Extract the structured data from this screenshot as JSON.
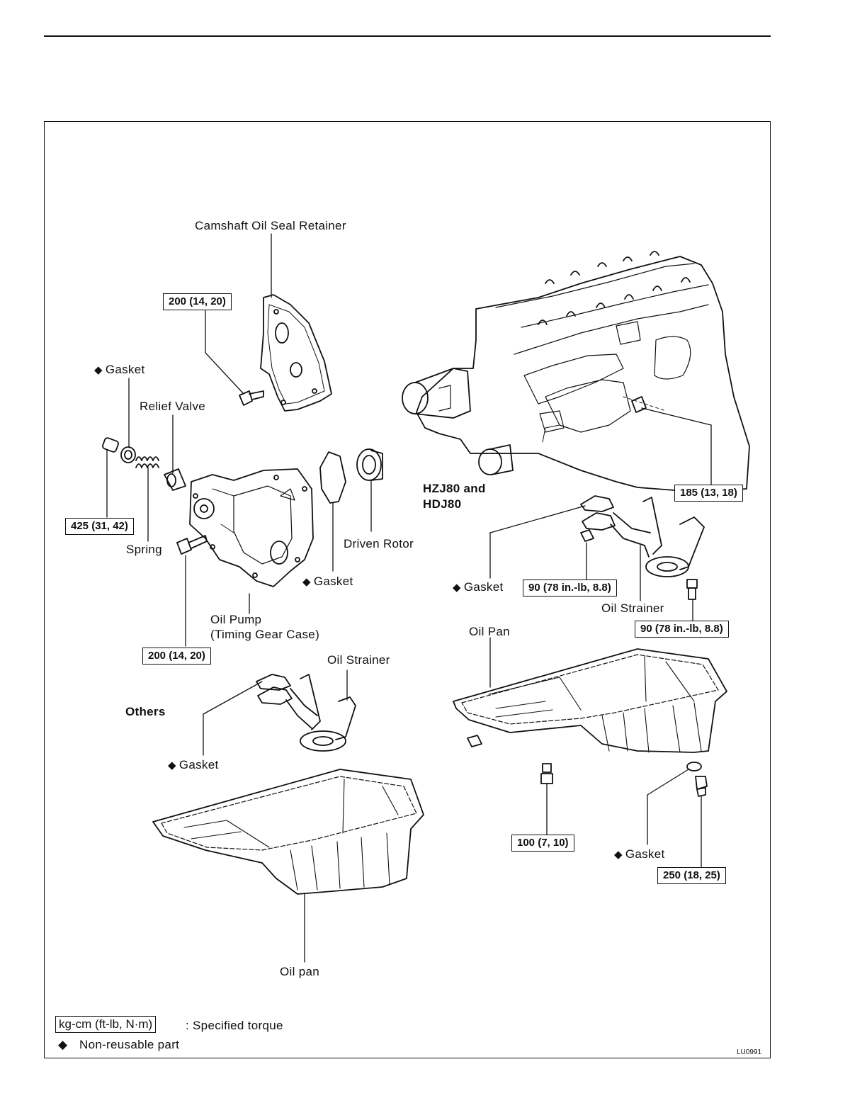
{
  "labels": {
    "camshaft_oil_seal_retainer": "Camshaft Oil Seal Retainer",
    "gasket_pump": "Gasket",
    "relief_valve": "Relief Valve",
    "spring": "Spring",
    "driven_rotor": "Driven Rotor",
    "gasket_rotor": "Gasket",
    "oil_pump_line1": "Oil Pump",
    "oil_pump_line2": "(Timing Gear Case)",
    "oil_strainer_others": "Oil Strainer",
    "others": "Others",
    "gasket_others": "Gasket",
    "oil_pan_others": "Oil pan",
    "hzj80_line1": "HZJ80 and",
    "hzj80_line2": "HDJ80",
    "gasket_hzj": "Gasket",
    "oil_strainer_hzj": "Oil Strainer",
    "oil_pan_hzj": "Oil Pan",
    "gasket_drain": "Gasket"
  },
  "torques": {
    "retainer_bolt": "200 (14, 20)",
    "relief_plug": "425 (31, 42)",
    "pump_bolt": "200 (14, 20)",
    "block_plug": "185 (13, 18)",
    "strainer_nut": "90 (78 in.-lb, 8.8)",
    "strainer_bolt": "90 (78 in.-lb, 8.8)",
    "pan_bolt": "100 (7, 10)",
    "drain_plug": "250 (18, 25)"
  },
  "legend": {
    "torque_unit": "kg-cm (ft-lb, N·m)",
    "torque_desc": ":  Specified torque",
    "nonreusable_symbol": "◆",
    "nonreusable_desc": "Non-reusable part"
  },
  "figure_code": "LU0991"
}
